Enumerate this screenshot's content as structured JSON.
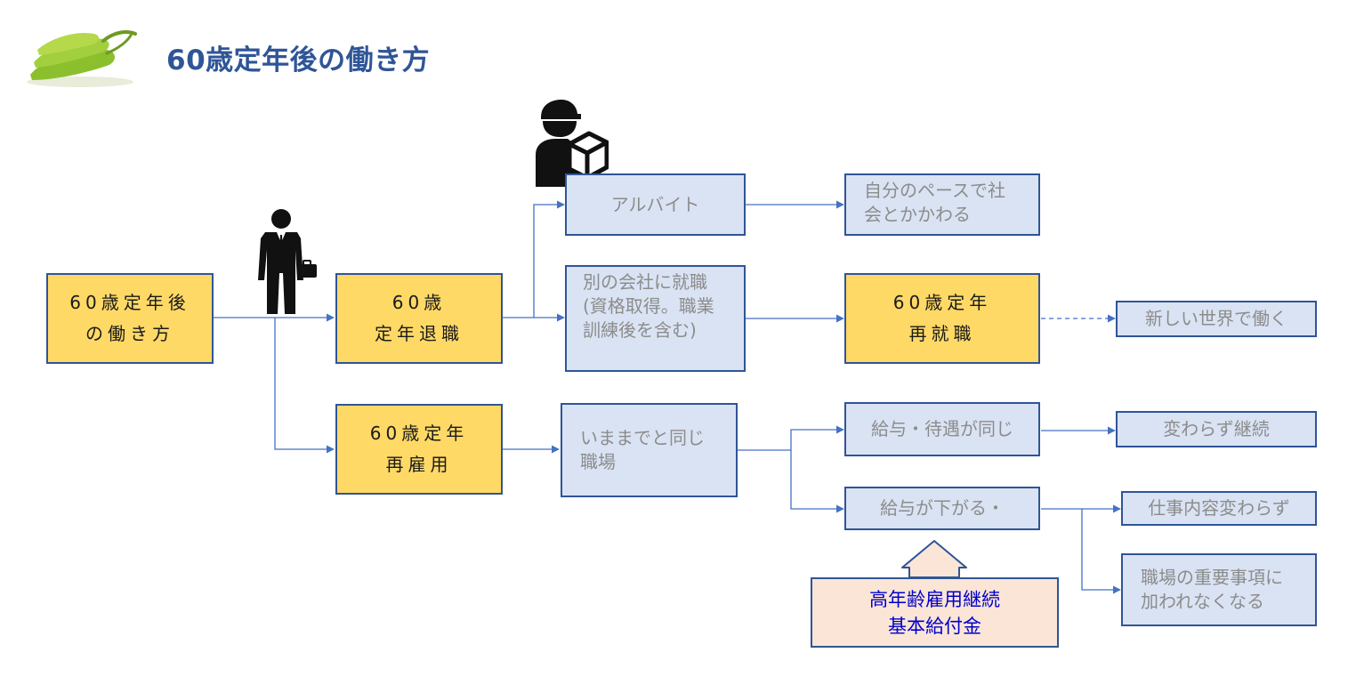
{
  "header": {
    "title": "60歳定年後の働き方"
  },
  "icons": {
    "logo": "green-pepper-icon",
    "businessman": "businessman-icon",
    "delivery_worker": "delivery-worker-icon",
    "subsidy_arrow": "up-arrow-icon"
  },
  "colors": {
    "title": "#2f5597",
    "box_yellow": "#ffd966",
    "box_blue": "#dae3f3",
    "box_border": "#2f5597",
    "connector": "#4472c4",
    "subsidy_fill": "#fbe5d6",
    "subsidy_text": "#0000cc"
  },
  "nodes": {
    "start": {
      "line1": "60歳定年後",
      "line2": "の働き方"
    },
    "retirement": {
      "line1": "60歳",
      "line2": "定年退職"
    },
    "reemployment": {
      "line1": "60歳定年",
      "line2": "再雇用"
    },
    "part_time": {
      "line1": "アルバイト"
    },
    "new_company": {
      "line1": "別の会社に就職",
      "line2": "(資格取得。職業",
      "line3": "訓練後を含む)"
    },
    "part_time_result": {
      "line1": "自分のペースで社",
      "line2": "会とかかわる"
    },
    "reemployment_after_retire": {
      "line1": "60歳定年",
      "line2": "再就職"
    },
    "new_world": {
      "line1": "新しい世界で働く"
    },
    "same_workplace": {
      "line1": "いままでと同じ",
      "line2": "職場"
    },
    "same_salary": {
      "line1": "給与・待遇が同じ"
    },
    "lower_salary": {
      "line1": "給与が下がる・"
    },
    "unchanged_continue": {
      "line1": "変わらず継続"
    },
    "same_work_content": {
      "line1": "仕事内容変わらず"
    },
    "excluded_from_key_matters": {
      "line1": "職場の重要事項に",
      "line2": "加われなくなる"
    },
    "subsidy": {
      "line1": "高年齢雇用継続",
      "line2": "基本給付金"
    }
  }
}
